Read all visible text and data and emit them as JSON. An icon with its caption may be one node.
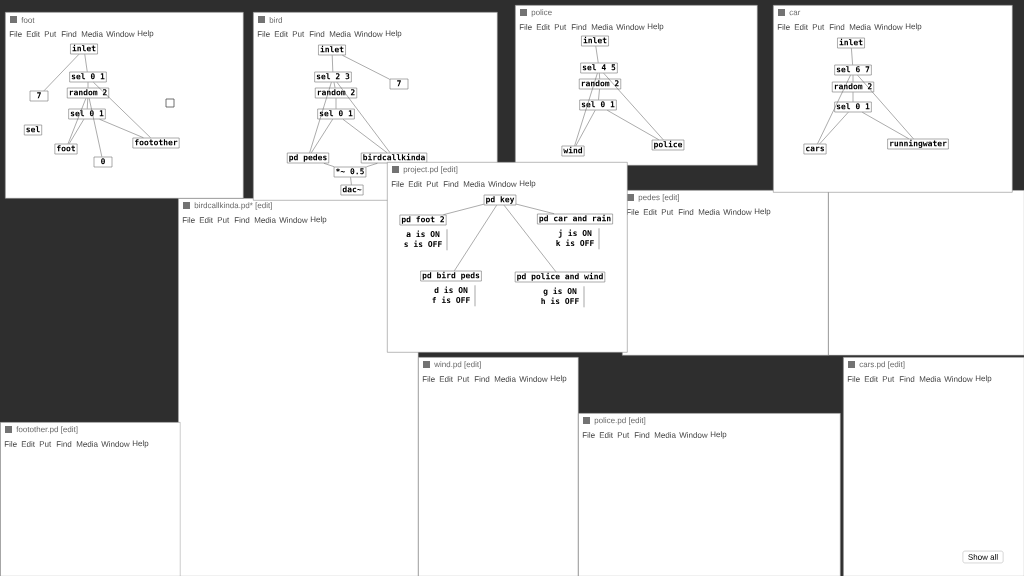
{
  "diagram": {
    "nodes": [
      {
        "text": [
          "foot"
        ]
      },
      {
        "text": [
          "inlet"
        ],
        "in": 0
      },
      {
        "text": [
          "sel 0 1"
        ],
        "in": 0
      },
      {
        "text": [
          "7"
        ],
        "in": 0
      },
      {
        "text": [
          "random 2"
        ],
        "in": 0
      },
      {
        "text": [],
        "shape": "box",
        "in": 0
      },
      {
        "text": [
          "sel 0 1"
        ],
        "in": 0
      },
      {
        "text": [
          "sel"
        ],
        "in": 0
      },
      {
        "text": [
          "footother"
        ],
        "in": 0
      },
      {
        "text": [
          "foot"
        ],
        "in": 0
      },
      {
        "text": [
          "0"
        ],
        "in": 0
      },
      {
        "text": [
          "bird"
        ]
      },
      {
        "text": [
          "inlet"
        ],
        "in": 11
      },
      {
        "text": [
          "sel 2 3"
        ],
        "in": 11
      },
      {
        "text": [
          "7"
        ],
        "in": 11
      },
      {
        "text": [
          "random 2"
        ],
        "in": 11
      },
      {
        "text": [
          "sel 0 1"
        ],
        "in": 11
      },
      {
        "text": [
          "pd pedes"
        ],
        "in": 11
      },
      {
        "text": [
          "birdcallkinda"
        ],
        "in": 11
      },
      {
        "text": [
          "*~ 0.5"
        ],
        "in": 11
      },
      {
        "text": [
          "dac~"
        ],
        "in": 11
      },
      {
        "text": [
          "police"
        ]
      },
      {
        "text": [
          "inlet"
        ],
        "in": 21
      },
      {
        "text": [
          "sel 4 5"
        ],
        "in": 21
      },
      {
        "text": [
          "random 2"
        ],
        "in": 21
      },
      {
        "text": [
          "sel 0 1"
        ],
        "in": 21
      },
      {
        "text": [
          "police"
        ],
        "in": 21
      },
      {
        "text": [
          "wind"
        ],
        "in": 21
      },
      {
        "text": [
          "car"
        ]
      },
      {
        "text": [
          "inlet"
        ],
        "in": 28
      },
      {
        "text": [
          "sel 6 7"
        ],
        "in": 28
      },
      {
        "text": [
          "random 2"
        ],
        "in": 28
      },
      {
        "text": [
          "sel 0 1"
        ],
        "in": 28
      },
      {
        "text": [
          "runningwater"
        ],
        "in": 28
      },
      {
        "text": [
          "cars"
        ],
        "in": 28
      },
      {
        "text": [
          "project.pd [edit]"
        ]
      },
      {
        "text": [
          "pd key"
        ],
        "in": 35
      },
      {
        "text": [
          "pd foot 2"
        ],
        "in": 35,
        "beside": [
          "a is ON",
          "s is OFF"
        ]
      },
      {
        "text": [
          "pd car and rain"
        ],
        "in": 35,
        "beside": [
          "j is ON",
          "k is OFF"
        ]
      },
      {
        "text": [
          "pd bird peds"
        ],
        "in": 35,
        "beside": [
          "d is ON",
          "f is OFF"
        ]
      },
      {
        "text": [
          "pd police and wind"
        ],
        "in": 35,
        "beside": [
          "g is ON",
          "h is OFF"
        ]
      },
      {
        "text": [
          "birdcallkinda.pd* [edit]"
        ]
      },
      {
        "text": [
          "pedes [edit]"
        ]
      },
      {
        "text": [
          "wind.pd [edit]"
        ]
      },
      {
        "text": [
          "police.pd [edit]"
        ]
      },
      {
        "text": [
          "cars.pd [edit]"
        ]
      },
      {
        "text": [
          "footother.pd [edit]"
        ]
      },
      {
        "text": [],
        "shape": "box"
      }
    ],
    "edges": [
      {
        "from": 1,
        "to": 2,
        "arrow": "none"
      },
      {
        "from": 1,
        "to": 3,
        "arrow": "none"
      },
      {
        "from": 2,
        "to": 4,
        "arrow": "none"
      },
      {
        "from": 2,
        "to": 8,
        "arrow": "none"
      },
      {
        "from": 4,
        "to": 6,
        "arrow": "none"
      },
      {
        "from": 6,
        "to": 9,
        "arrow": "none"
      },
      {
        "from": 4,
        "to": 9,
        "arrow": "none"
      },
      {
        "from": 4,
        "to": 10,
        "arrow": "none"
      },
      {
        "from": 6,
        "to": 8,
        "arrow": "none"
      },
      {
        "from": 12,
        "to": 13,
        "arrow": "none"
      },
      {
        "from": 12,
        "to": 14,
        "arrow": "none"
      },
      {
        "from": 13,
        "to": 15,
        "arrow": "none"
      },
      {
        "from": 13,
        "to": 17,
        "arrow": "none"
      },
      {
        "from": 13,
        "to": 18,
        "arrow": "none"
      },
      {
        "from": 15,
        "to": 16,
        "arrow": "none"
      },
      {
        "from": 16,
        "to": 17,
        "arrow": "none"
      },
      {
        "from": 16,
        "to": 18,
        "arrow": "none"
      },
      {
        "from": 17,
        "to": 19,
        "arrow": "none"
      },
      {
        "from": 18,
        "to": 19,
        "arrow": "none"
      },
      {
        "from": 19,
        "to": 20,
        "arrow": "none"
      },
      {
        "from": 22,
        "to": 23,
        "arrow": "none"
      },
      {
        "from": 23,
        "to": 24,
        "arrow": "none"
      },
      {
        "from": 23,
        "to": 26,
        "arrow": "none"
      },
      {
        "from": 23,
        "to": 27,
        "arrow": "none"
      },
      {
        "from": 24,
        "to": 25,
        "arrow": "none"
      },
      {
        "from": 25,
        "to": 27,
        "arrow": "none"
      },
      {
        "from": 25,
        "to": 26,
        "arrow": "none"
      },
      {
        "from": 29,
        "to": 30,
        "arrow": "none"
      },
      {
        "from": 30,
        "to": 31,
        "arrow": "none"
      },
      {
        "from": 30,
        "to": 33,
        "arrow": "none"
      },
      {
        "from": 30,
        "to": 34,
        "arrow": "none"
      },
      {
        "from": 31,
        "to": 32,
        "arrow": "none"
      },
      {
        "from": 32,
        "to": 34,
        "arrow": "none"
      },
      {
        "from": 32,
        "to": 33,
        "arrow": "none"
      },
      {
        "from": 36,
        "to": 37,
        "arrow": "none"
      },
      {
        "from": 36,
        "to": 38,
        "arrow": "none"
      },
      {
        "from": 36,
        "to": 39,
        "arrow": "none"
      },
      {
        "from": 36,
        "to": 40,
        "arrow": "none"
      }
    ],
    "labels": [
      "File",
      "Edit",
      "Put",
      "Find",
      "Media",
      "Window",
      "Help",
      "File",
      "Edit",
      "Put",
      "Find",
      "Media",
      "Window",
      "Help",
      "File",
      "Edit",
      "Put",
      "Find",
      "Media",
      "Window",
      "Help",
      "File",
      "Edit",
      "Put",
      "Find",
      "Media",
      "Window",
      "Help",
      "File",
      "Edit",
      "Put",
      "Find",
      "Media",
      "Window",
      "Help",
      "File",
      "Edit",
      "Put",
      "Find",
      "Media",
      "Window",
      "Help",
      "File",
      "Edit",
      "Put",
      "Find",
      "Media",
      "Window",
      "Help",
      "File",
      "Edit",
      "Put",
      "Find",
      "Media",
      "Window",
      "Help",
      "File",
      "Edit",
      "Put",
      "Find",
      "Media",
      "Window",
      "Help",
      "File",
      "Edit",
      "Put",
      "Find",
      "Media",
      "Window",
      "Help",
      "File",
      "Edit",
      "Put",
      "Find",
      "Media",
      "Window",
      "Help",
      "Show all"
    ]
  }
}
